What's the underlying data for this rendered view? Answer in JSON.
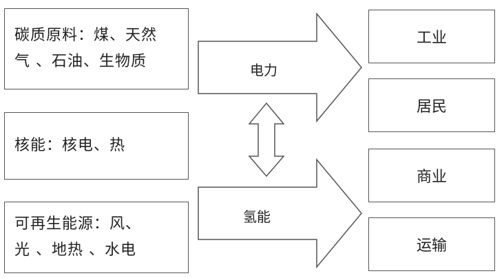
{
  "sources": [
    {
      "lines": [
        "碳质原料：煤、天然",
        "气 、石油、生物质"
      ]
    },
    {
      "lines": [
        "核能：核电、热"
      ]
    },
    {
      "lines": [
        "可再生能源：风、",
        "光 、地热 、水电"
      ]
    }
  ],
  "carriers": {
    "electricity": "电力",
    "hydrogen": "氢能"
  },
  "sectors": [
    "工业",
    "居民",
    "商业",
    "运输"
  ],
  "colors": {
    "border": "#555555",
    "fill": "#ffffff",
    "text": "#222222"
  }
}
